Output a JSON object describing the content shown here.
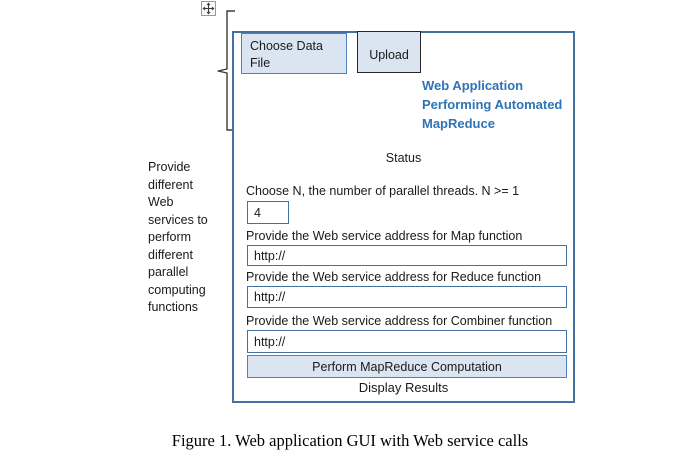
{
  "figure": {
    "caption": "Figure 1. Web application GUI with Web service calls"
  },
  "left_note": {
    "lines": [
      "Provide",
      "different",
      "Web",
      "services to",
      "perform",
      "different",
      "parallel",
      "computing",
      "functions"
    ]
  },
  "icons": {
    "move_handle": "four-direction-move-arrows-icon",
    "brace": "left-curly-brace"
  },
  "colors": {
    "panel_border": "#44719f",
    "button_fill": "#dbe5f1",
    "button_border_blue": "#4f81bd",
    "upload_border": "#262626",
    "title_text": "#2e74b5"
  },
  "panel": {
    "choose_file_button": "Choose Data File",
    "upload_button": "Upload",
    "title_lines": [
      "Web Application",
      "Performing Automated",
      "MapReduce"
    ],
    "status": "Status",
    "threads": {
      "label": "Choose N, the number of parallel threads. N >= 1",
      "value": "4"
    },
    "fields": [
      {
        "label": "Provide the Web service address for Map function",
        "value": "http://"
      },
      {
        "label": "Provide the Web service address for Reduce function",
        "value": "http://"
      },
      {
        "label": "Provide the Web service address for Combiner function",
        "value": "http://"
      }
    ],
    "perform_button": "Perform MapReduce Computation",
    "display_results": "Display Results"
  }
}
